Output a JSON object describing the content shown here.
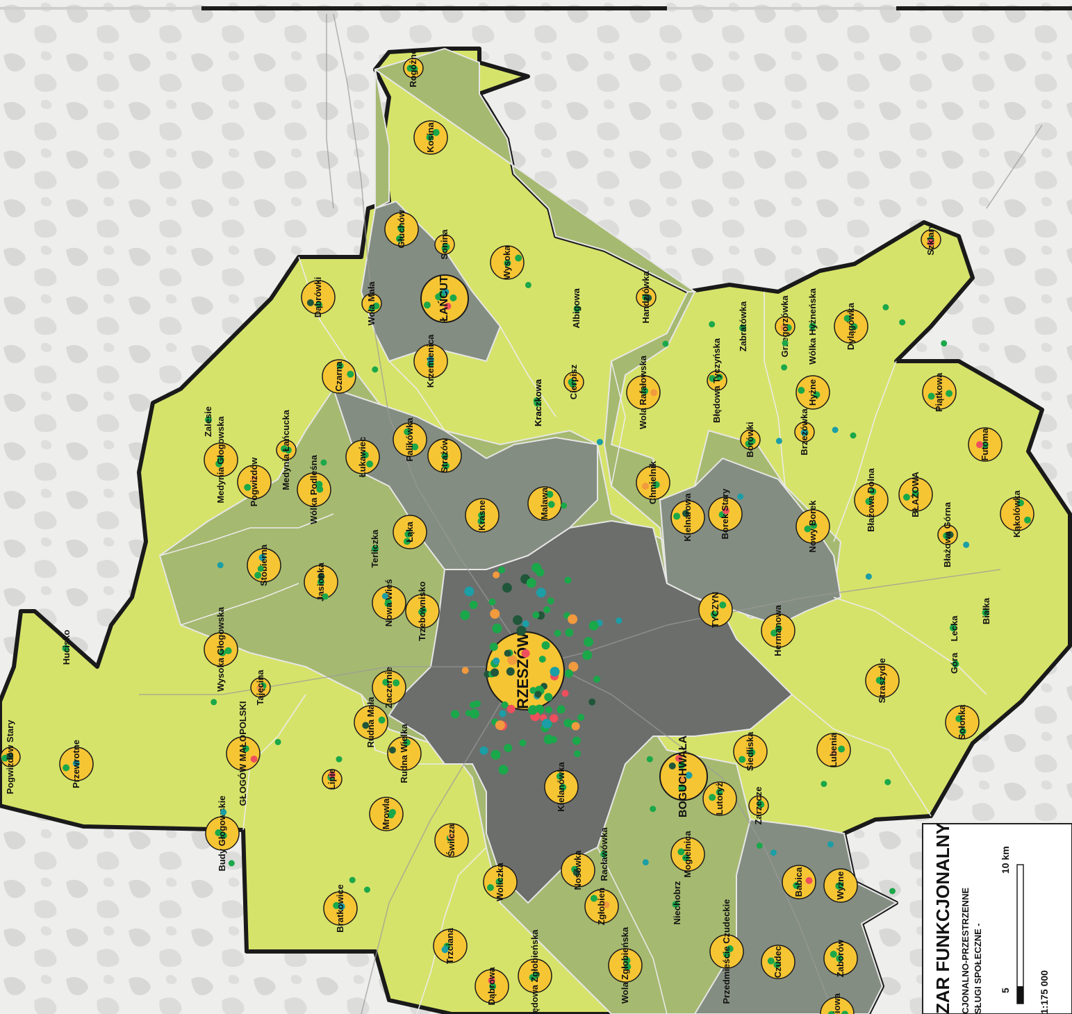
{
  "map": {
    "colors": {
      "background": "#eeeeed",
      "forest": "#d9d9d8",
      "zone_outer": "#d6e36a",
      "zone_middle": "#a6b970",
      "zone_inner": "#848d81",
      "zone_core": "#6c6e6c",
      "boundary": "#1a1a1a",
      "node_fill": "#f6c533",
      "dot_green": "#1aa84a",
      "dot_red": "#ee4f5c",
      "dot_teal": "#1b9ea6",
      "dot_dark": "#20563a",
      "dot_orange": "#f19a3e"
    }
  },
  "places": [
    {
      "name": "Rogóżno",
      "size": "s"
    },
    {
      "name": "Kosina",
      "size": "m"
    },
    {
      "name": "Głuchów",
      "size": "m"
    },
    {
      "name": "Sonina",
      "size": "s"
    },
    {
      "name": "Wysoka",
      "size": "m"
    },
    {
      "name": "ŁAŃCUT",
      "size": "l"
    },
    {
      "name": "Wola Mała",
      "size": "s"
    },
    {
      "name": "Dąbrówki",
      "size": "m"
    },
    {
      "name": "Albigowa",
      "size": "none"
    },
    {
      "name": "Handzlówka",
      "size": "s"
    },
    {
      "name": "Kraczkowa",
      "size": "none"
    },
    {
      "name": "Cierpisz",
      "size": "s"
    },
    {
      "name": "Kraczkowa",
      "size": "none"
    },
    {
      "name": "Krzemienica",
      "size": "m"
    },
    {
      "name": "Czarna",
      "size": "m"
    },
    {
      "name": "Zalesie",
      "size": "none"
    },
    {
      "name": "Medynia Głogowska",
      "size": "m"
    },
    {
      "name": "Pogwizdów",
      "size": "m"
    },
    {
      "name": "Medynia Łańcucka",
      "size": "s"
    },
    {
      "name": "Wólka Podleśna",
      "size": "m"
    },
    {
      "name": "Łukawiec",
      "size": "m"
    },
    {
      "name": "Palikówka",
      "size": "m"
    },
    {
      "name": "Strażów",
      "size": "m"
    },
    {
      "name": "Malawa",
      "size": "m"
    },
    {
      "name": "Krasne",
      "size": "m"
    },
    {
      "name": "Łąka",
      "size": "m"
    },
    {
      "name": "Terliczka",
      "size": "none"
    },
    {
      "name": "Nowa Wieś",
      "size": "m"
    },
    {
      "name": "Jasionka",
      "size": "m"
    },
    {
      "name": "Stobierna",
      "size": "m"
    },
    {
      "name": "Trzebownisko",
      "size": "m"
    },
    {
      "name": "Wysoka Głogowska",
      "size": "m"
    },
    {
      "name": "Hucisko",
      "size": "none"
    },
    {
      "name": "Tajęcina",
      "size": "s"
    },
    {
      "name": "Zaczernie",
      "size": "m"
    },
    {
      "name": "RZESZÓW",
      "size": "xl"
    },
    {
      "name": "Rudna Mała",
      "size": "m"
    },
    {
      "name": "Rudna Wielka",
      "size": "m"
    },
    {
      "name": "GŁOGÓW MAŁOPOLSKI",
      "size": "m"
    },
    {
      "name": "Lipie",
      "size": "s"
    },
    {
      "name": "Przewrotne",
      "size": "m"
    },
    {
      "name": "Pogwizdów Stary",
      "size": "s"
    },
    {
      "name": "Budy Głogowskie",
      "size": "m"
    },
    {
      "name": "Mrowla",
      "size": "m"
    },
    {
      "name": "Świlcza",
      "size": "m"
    },
    {
      "name": "Bratkowice",
      "size": "m"
    },
    {
      "name": "Woliczka",
      "size": "m"
    },
    {
      "name": "Trzciana",
      "size": "m"
    },
    {
      "name": "Dąbrowa",
      "size": "m"
    },
    {
      "name": "Błędowa Zgłobieńska",
      "size": "m"
    },
    {
      "name": "Kielanówka",
      "size": "m"
    },
    {
      "name": "Nosówka",
      "size": "m"
    },
    {
      "name": "Racławówka",
      "size": "none"
    },
    {
      "name": "Zgłobień",
      "size": "m"
    },
    {
      "name": "Wola Zgłobieńska",
      "size": "m"
    },
    {
      "name": "BOGUCHWAŁA",
      "size": "l"
    },
    {
      "name": "Mogielnica",
      "size": "m"
    },
    {
      "name": "Niechobrz",
      "size": "none"
    },
    {
      "name": "Lutoryż",
      "size": "m"
    },
    {
      "name": "Siedliska",
      "size": "m"
    },
    {
      "name": "Zarzecze",
      "size": "s"
    },
    {
      "name": "Przedmieście Czudeckie",
      "size": "m"
    },
    {
      "name": "Babica",
      "size": "m"
    },
    {
      "name": "Wyżne",
      "size": "m"
    },
    {
      "name": "Czudec",
      "size": "m"
    },
    {
      "name": "Zaborów",
      "size": "m"
    },
    {
      "name": "Wiśniowa",
      "size": "m"
    },
    {
      "name": "Chmielnik",
      "size": "m"
    },
    {
      "name": "Wola Rafałowska",
      "size": "m"
    },
    {
      "name": "Błędowa Tyczyńska",
      "size": "s"
    },
    {
      "name": "Zabratówka",
      "size": "none"
    },
    {
      "name": "Grzegorzówka",
      "size": "s"
    },
    {
      "name": "Wólka Hyżneńska",
      "size": "none"
    },
    {
      "name": "Dylągówka",
      "size": "m"
    },
    {
      "name": "Szklary",
      "size": "s"
    },
    {
      "name": "Hyżne",
      "size": "m"
    },
    {
      "name": "Brzezówka",
      "size": "s"
    },
    {
      "name": "Borówki",
      "size": "s"
    },
    {
      "name": "Kielnarowa",
      "size": "m"
    },
    {
      "name": "Borek Stary",
      "size": "m"
    },
    {
      "name": "Nowy Borek",
      "size": "m"
    },
    {
      "name": "Błażowa Dolna",
      "size": "m"
    },
    {
      "name": "BŁAŻOWA",
      "size": "m"
    },
    {
      "name": "Błażowa Górna",
      "size": "s"
    },
    {
      "name": "Futoma",
      "size": "m"
    },
    {
      "name": "Piątkowa",
      "size": "m"
    },
    {
      "name": "Kąkolówka",
      "size": "m"
    },
    {
      "name": "TYCZYN",
      "size": "m"
    },
    {
      "name": "Hermanowa",
      "size": "m"
    },
    {
      "name": "Lecka",
      "size": "none"
    },
    {
      "name": "Białka",
      "size": "none"
    },
    {
      "name": "Góra",
      "size": "none"
    },
    {
      "name": "Straszydle",
      "size": "m"
    },
    {
      "name": "Lubenia",
      "size": "m"
    },
    {
      "name": "Sołonka",
      "size": "m"
    }
  ],
  "legend": {
    "title": "ZAR FUNKCJONALNY",
    "subtitle_1": "CJONALNO-PRZESTRZENNE",
    "subtitle_2": "SŁUGI SPOŁECZNE -",
    "scale_5": "5",
    "scale_10": "10 km",
    "scale_ratio": "1:175 000"
  }
}
